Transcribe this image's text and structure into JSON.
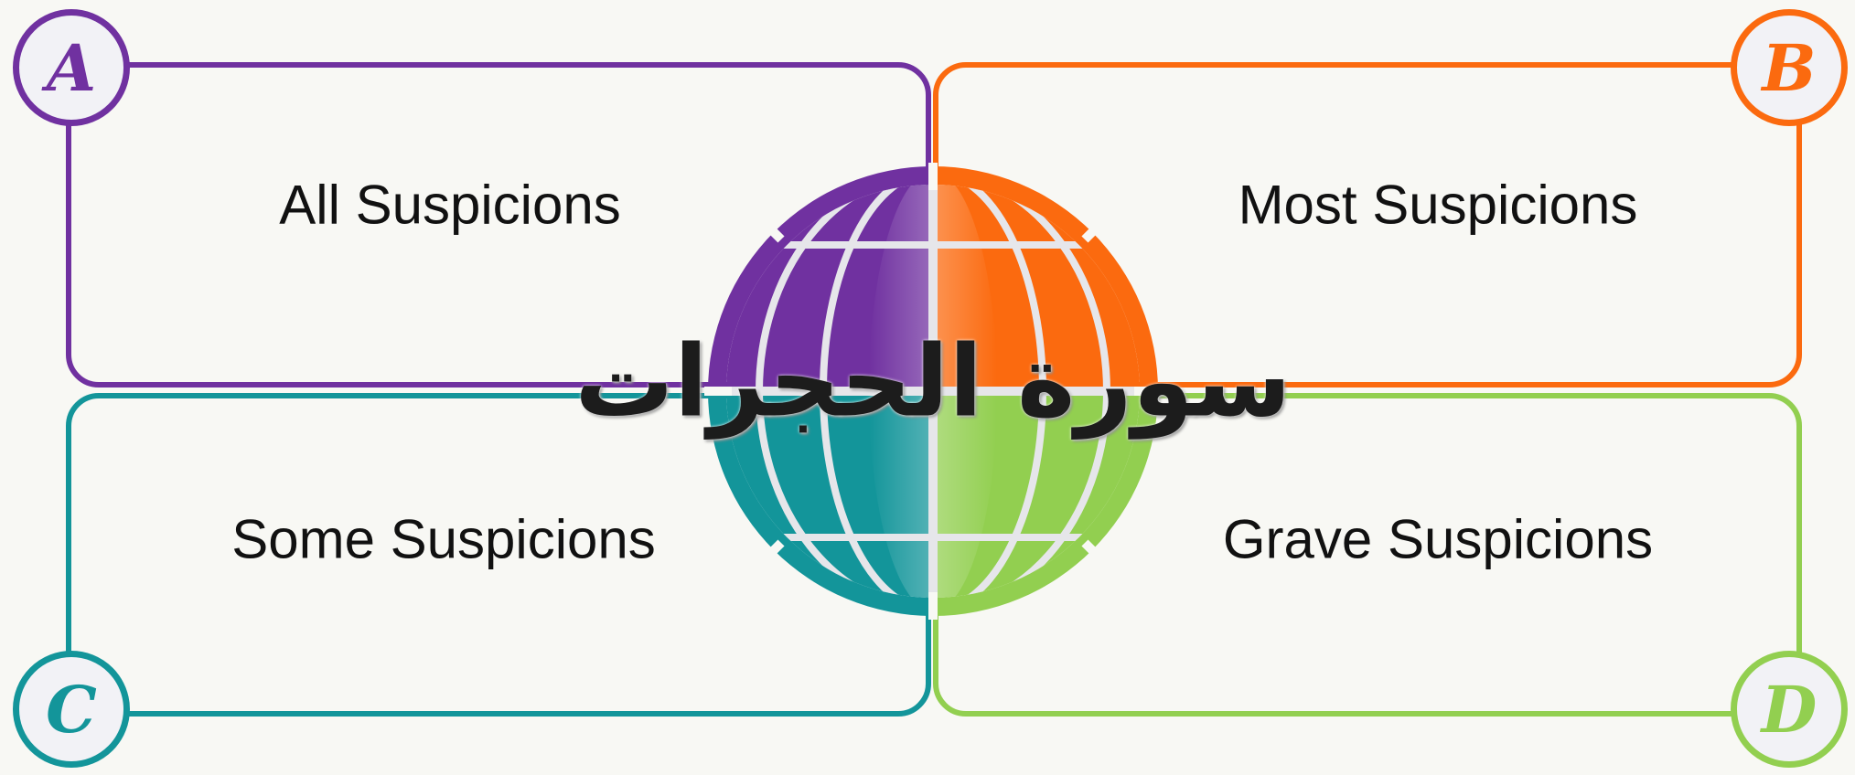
{
  "quadrants": {
    "a": {
      "letter": "A",
      "label": "All Suspicions",
      "color": "#7031a0"
    },
    "b": {
      "letter": "B",
      "label": "Most Suspicions",
      "color": "#fb6a0f"
    },
    "c": {
      "letter": "C",
      "label": "Some Suspicions",
      "color": "#13959a"
    },
    "d": {
      "letter": "D",
      "label": "Grave Suspicions",
      "color": "#92cf50"
    }
  },
  "center": {
    "calligraphy": "سورة الحجرات"
  }
}
